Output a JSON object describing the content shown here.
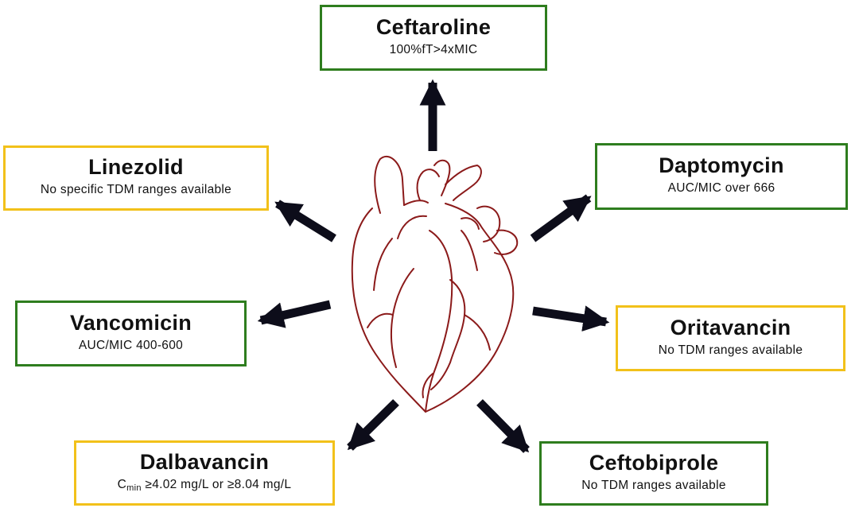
{
  "colors": {
    "green_border": "#2e7d1e",
    "yellow_border": "#f2c11a",
    "arrow": "#0d0d1a",
    "heart_outline": "#8b1a1a"
  },
  "center": {
    "icon": "heart-icon"
  },
  "drugs": [
    {
      "id": "ceftaroline",
      "name": "Ceftaroline",
      "target_prefix": "",
      "target_sub": "",
      "target": "100%fT>4xMIC",
      "border": "green"
    },
    {
      "id": "linezolid",
      "name": "Linezolid",
      "target_prefix": "",
      "target_sub": "",
      "target": "No specific TDM ranges available",
      "border": "yellow"
    },
    {
      "id": "daptomycin",
      "name": "Daptomycin",
      "target_prefix": "",
      "target_sub": "",
      "target": "AUC/MIC over 666",
      "border": "green"
    },
    {
      "id": "vancomicin",
      "name": "Vancomicin",
      "target_prefix": "",
      "target_sub": "",
      "target": "AUC/MIC 400-600",
      "border": "green"
    },
    {
      "id": "oritavancin",
      "name": "Oritavancin",
      "target_prefix": "",
      "target_sub": "",
      "target": "No TDM ranges available",
      "border": "yellow"
    },
    {
      "id": "dalbavancin",
      "name": "Dalbavancin",
      "target_prefix": "C",
      "target_sub": "min",
      "target": " ≥4.02 mg/L or ≥8.04 mg/L",
      "border": "yellow"
    },
    {
      "id": "ceftobiprole",
      "name": "Ceftobiprole",
      "target_prefix": "",
      "target_sub": "",
      "target": "No TDM ranges available",
      "border": "green"
    }
  ]
}
